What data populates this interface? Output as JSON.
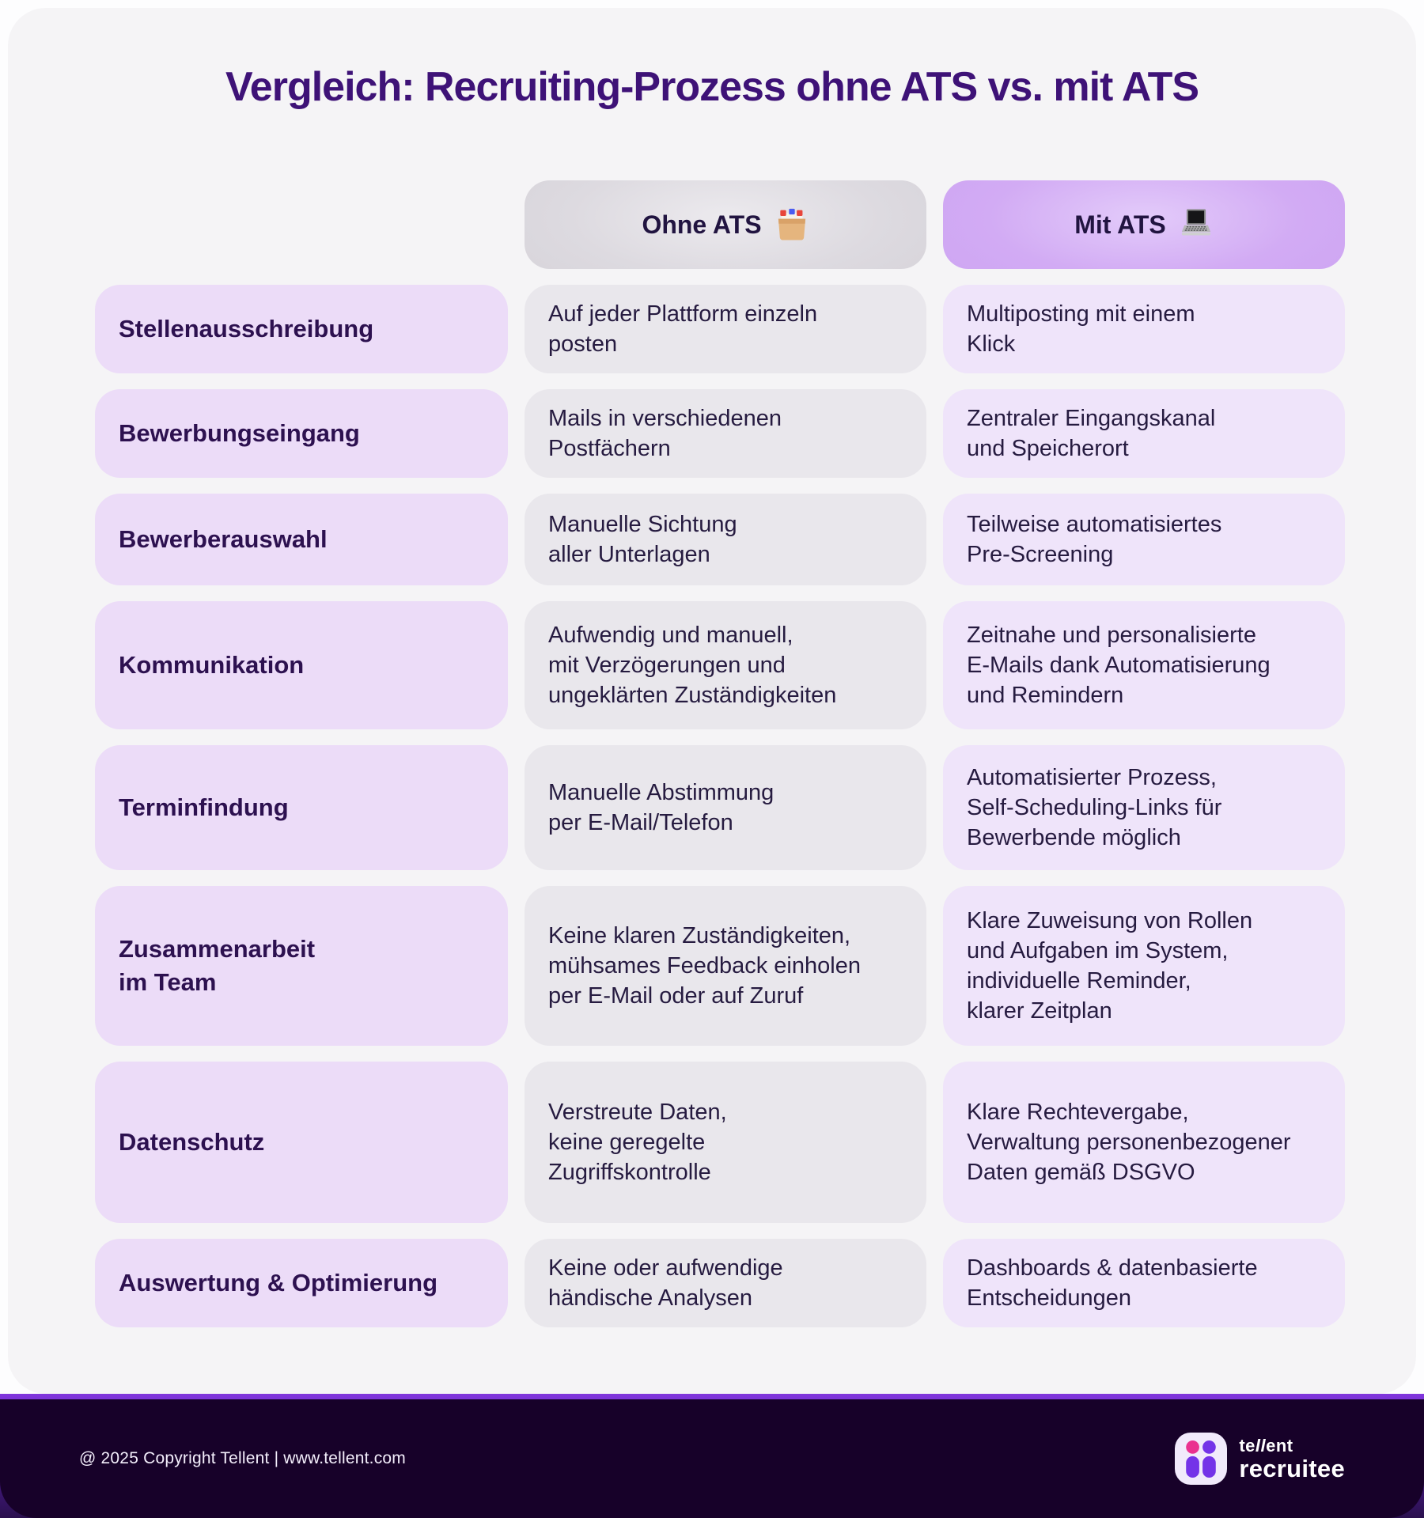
{
  "title": "Vergleich: Recruiting-Prozess ohne ATS vs. mit ATS",
  "columns": {
    "without": {
      "label": "Ohne ATS",
      "icon": "card-index-dividers-icon"
    },
    "with": {
      "label": "Mit ATS",
      "icon": "laptop-icon"
    }
  },
  "rows": [
    {
      "label": "Stellenausschreibung",
      "without": "Auf jeder Plattform einzeln\nposten",
      "with": "Multiposting mit einem\nKlick"
    },
    {
      "label": "Bewerbungseingang",
      "without": "Mails in verschiedenen\nPostfächern",
      "with": "Zentraler Eingangskanal\nund Speicherort"
    },
    {
      "label": "Bewerberauswahl",
      "without": "Manuelle Sichtung\naller Unterlagen",
      "with": "Teilweise automatisiertes\nPre-Screening"
    },
    {
      "label": "Kommunikation",
      "without": "Aufwendig und manuell,\nmit Verzögerungen und\nungeklärten Zuständigkeiten",
      "with": "Zeitnahe und personalisierte\nE-Mails dank Automatisierung\nund Remindern"
    },
    {
      "label": "Terminfindung",
      "without": "Manuelle Abstimmung\nper E-Mail/Telefon",
      "with": "Automatisierter Prozess,\nSelf-Scheduling-Links für\nBewerbende möglich"
    },
    {
      "label": "Zusammenarbeit\nim Team",
      "without": "Keine klaren Zuständigkeiten,\nmühsames Feedback einholen\nper E-Mail oder auf Zuruf",
      "with": "Klare Zuweisung von Rollen\nund Aufgaben im System,\nindividuelle Reminder,\nklarer Zeitplan"
    },
    {
      "label": "Datenschutz",
      "without": "Verstreute Daten,\nkeine geregelte\nZugriffskontrolle",
      "with": "Klare Rechtevergabe,\nVerwaltung personenbezogener\nDaten gemäß DSGVO"
    },
    {
      "label": "Auswertung & Optimierung",
      "without": "Keine oder aufwendige\nhändische Analysen",
      "with": "Dashboards & datenbasierte\nEntscheidungen"
    }
  ],
  "footer": {
    "copyright": "@ 2025 Copyright Tellent | www.tellent.com",
    "brand": {
      "top_parts": [
        "te",
        "ll",
        "ent"
      ],
      "bottom": "recruitee"
    }
  },
  "colors": {
    "title": "#3e1277",
    "card_background": "#f5f4f6",
    "label_pill": "#ecdcf8",
    "without_pill": "#e9e7ec",
    "with_pill": "#efe4fa",
    "header_gray_pill": "#dddae0",
    "header_purple_pill": "#cda4f2",
    "body_text": "#261b40",
    "footer_background": "#170129",
    "footer_stripe": "#8136dd",
    "logo_pink": "#ea3190",
    "logo_purple": "#7433e8",
    "logo_tile": "#f1eafb"
  }
}
